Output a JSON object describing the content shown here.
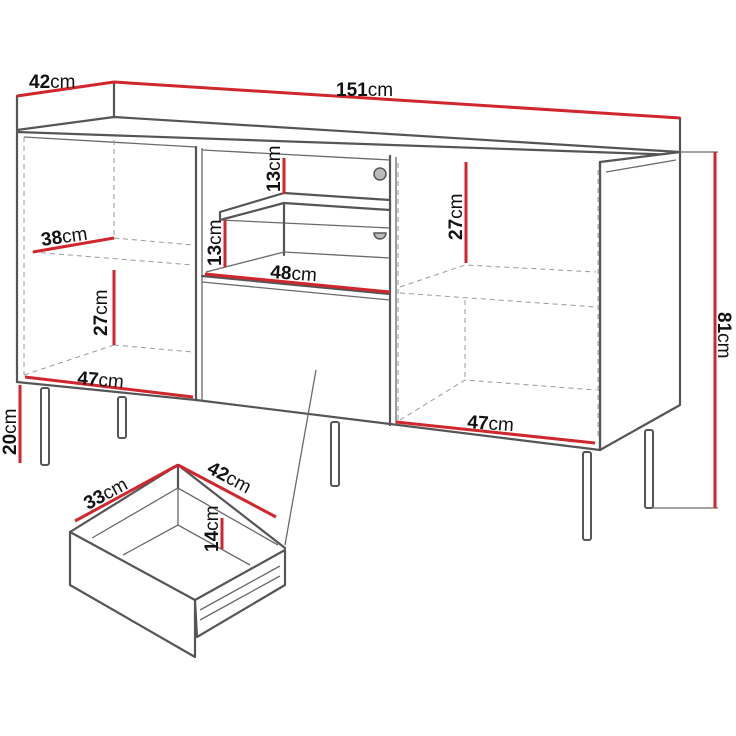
{
  "diagram": {
    "subject": "sideboard-with-drawer",
    "unit": "cm",
    "colors": {
      "outline": "#555555",
      "dimension_line": "#d0262d",
      "text": "#111111",
      "background": "#ffffff"
    },
    "dimensions": {
      "overall_depth": {
        "value": "42",
        "unit": "cm"
      },
      "overall_width": {
        "value": "151",
        "unit": "cm"
      },
      "overall_height": {
        "value": "81",
        "unit": "cm"
      },
      "leg_height": {
        "value": "20",
        "unit": "cm"
      },
      "left_shelf_depth": {
        "value": "38",
        "unit": "cm"
      },
      "left_compartment_height": {
        "value": "27",
        "unit": "cm"
      },
      "left_compartment_width": {
        "value": "47",
        "unit": "cm"
      },
      "middle_upper_height": {
        "value": "13",
        "unit": "cm"
      },
      "middle_lower_height": {
        "value": "13",
        "unit": "cm"
      },
      "middle_width": {
        "value": "48",
        "unit": "cm"
      },
      "right_compartment_height": {
        "value": "27",
        "unit": "cm"
      },
      "right_compartment_width": {
        "value": "47",
        "unit": "cm"
      },
      "drawer_width": {
        "value": "33",
        "unit": "cm"
      },
      "drawer_depth": {
        "value": "42",
        "unit": "cm"
      },
      "drawer_height": {
        "value": "14",
        "unit": "cm"
      }
    }
  }
}
